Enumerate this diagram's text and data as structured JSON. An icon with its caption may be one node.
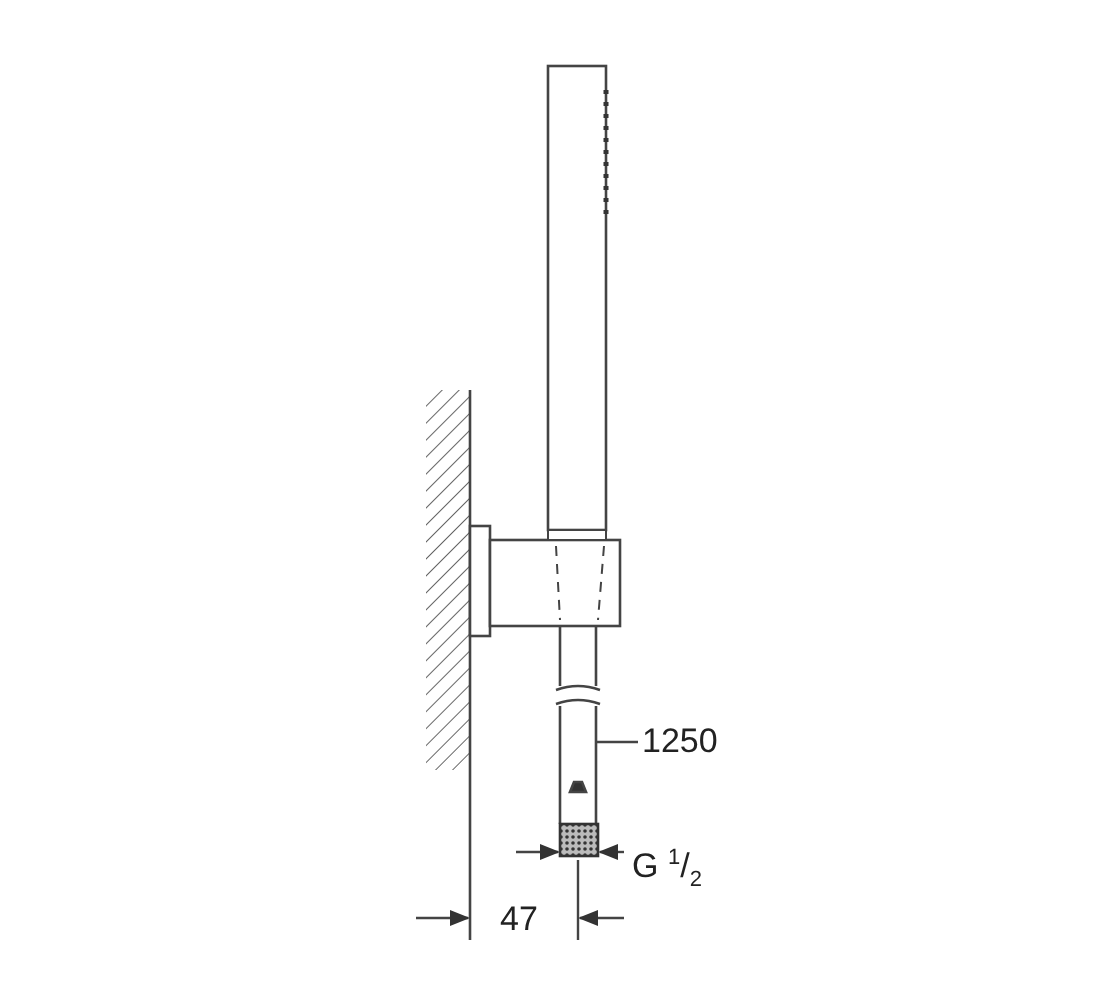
{
  "diagram": {
    "nodes": [
      {
        "text": [
          "1250"
        ]
      },
      {
        "text": [],
        "shape": "picture"
      }
    ],
    "edges": [
      {
        "from": 0,
        "to": 1,
        "arrow": "none"
      }
    ],
    "labels": [
      "G $^{1}$/$_{2}$",
      "47"
    ]
  }
}
